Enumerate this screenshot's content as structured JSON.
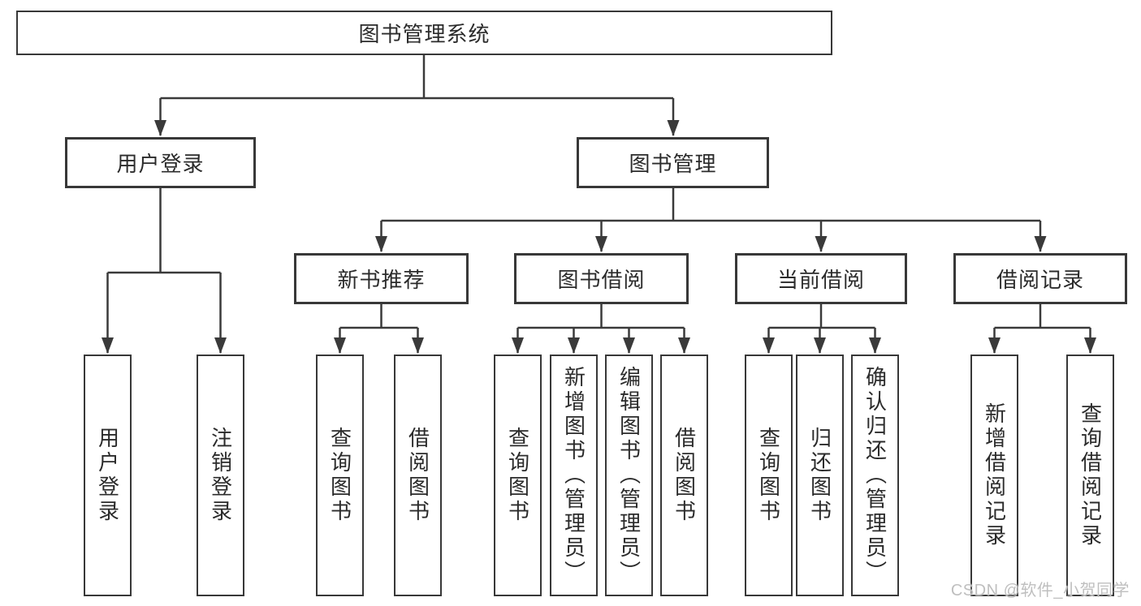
{
  "diagram": {
    "root": {
      "label": "图书管理系统"
    },
    "branches": [
      {
        "label": "用户登录",
        "leaves": [
          {
            "label": "用户登录"
          },
          {
            "label": "注销登录"
          }
        ]
      },
      {
        "label": "图书管理",
        "groups": [
          {
            "label": "新书推荐",
            "leaves": [
              {
                "label": "查询图书"
              },
              {
                "label": "借阅图书"
              }
            ]
          },
          {
            "label": "图书借阅",
            "leaves": [
              {
                "label": "查询图书"
              },
              {
                "label": "新增图书（管理员）"
              },
              {
                "label": "编辑图书（管理员）"
              },
              {
                "label": "借阅图书"
              }
            ]
          },
          {
            "label": "当前借阅",
            "leaves": [
              {
                "label": "查询图书"
              },
              {
                "label": "归还图书"
              },
              {
                "label": "确认归还（管理员）"
              }
            ]
          },
          {
            "label": "借阅记录",
            "leaves": [
              {
                "label": "新增借阅记录"
              },
              {
                "label": "查询借阅记录"
              }
            ]
          }
        ]
      }
    ]
  },
  "watermark": {
    "text": "CSDN @软件_小贺同学"
  },
  "colors": {
    "background": "#ffffff",
    "line": "#3a3a3a",
    "box_border": "#383838",
    "text": "#2b2b2b",
    "watermark": "#bfbfbf"
  }
}
